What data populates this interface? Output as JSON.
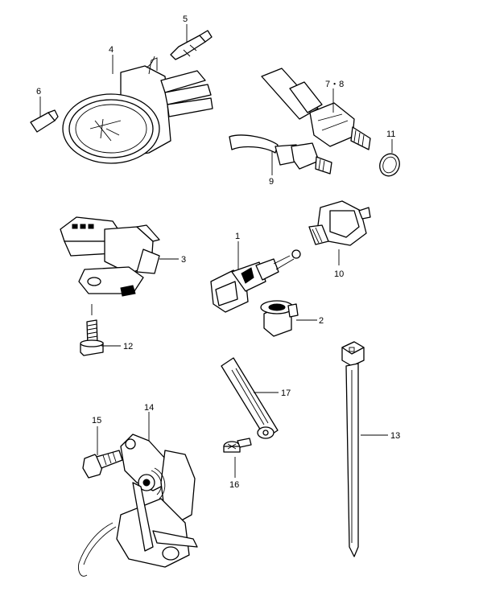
{
  "callouts": {
    "c1": "1",
    "c2": "2",
    "c3": "3",
    "c4": "4",
    "c5": "5",
    "c6": "6",
    "c78": "7・8",
    "c9": "9",
    "c10": "10",
    "c11": "11",
    "c12": "12",
    "c13": "13",
    "c14": "14",
    "c15": "15",
    "c16": "16",
    "c17": "17"
  }
}
